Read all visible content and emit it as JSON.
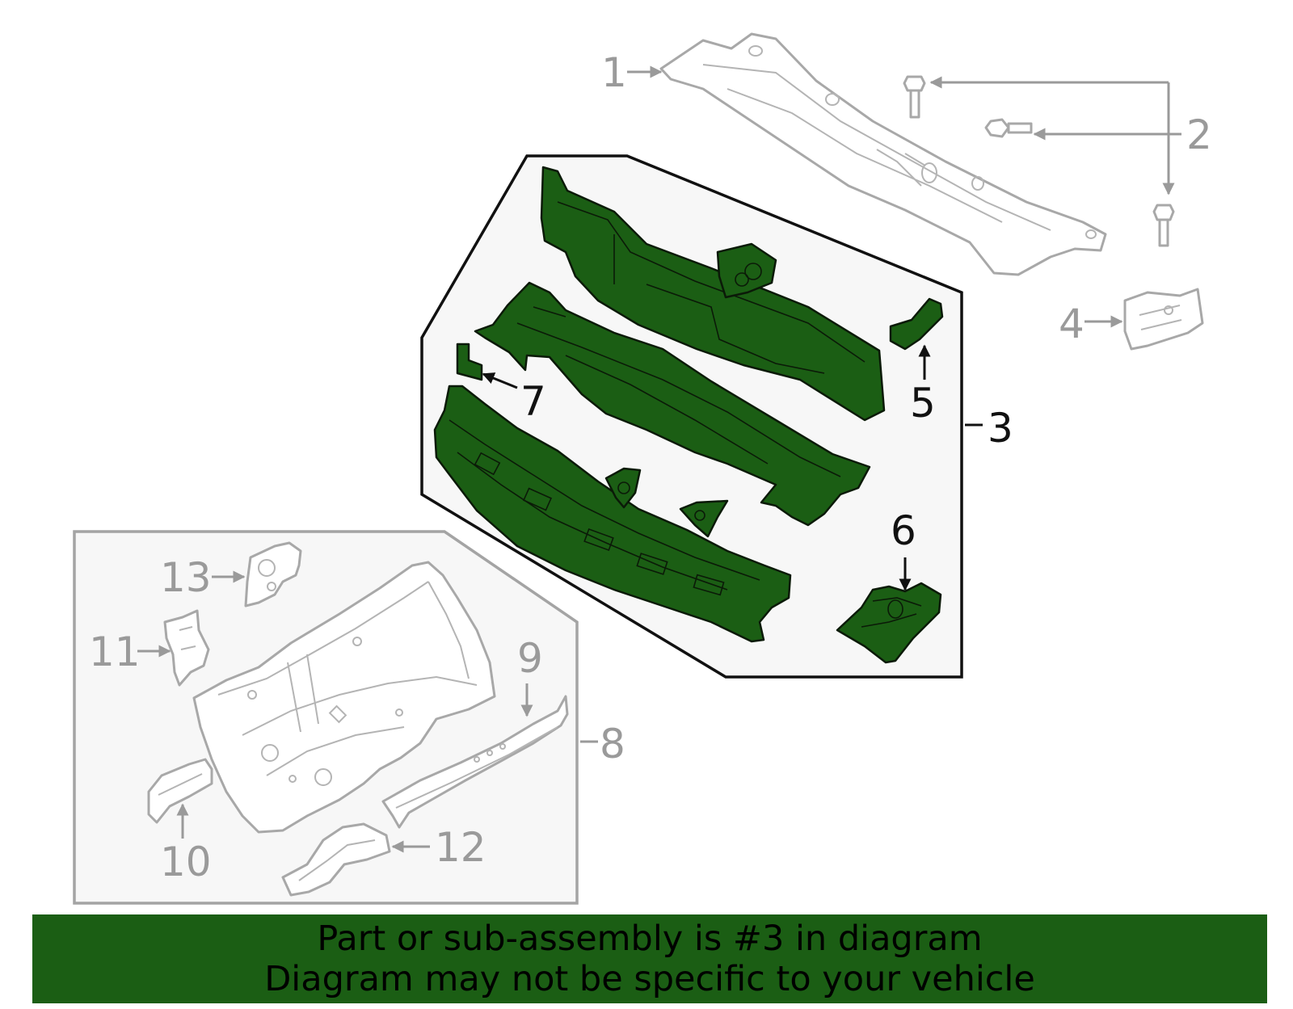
{
  "colors": {
    "highlight_green": "#1b5e14",
    "callout_gray": "#9a9a9a",
    "callout_black": "#111111",
    "panel_fill": "#f7f7f7"
  },
  "callouts": {
    "c1": "1",
    "c2": "2",
    "c3": "3",
    "c4": "4",
    "c5": "5",
    "c6": "6",
    "c7": "7",
    "c8": "8",
    "c9": "9",
    "c10": "10",
    "c11": "11",
    "c12": "12",
    "c13": "13"
  },
  "highlighted_part": "3",
  "banner": {
    "line1": "Part or sub-assembly is #3 in diagram",
    "line2": "Diagram may not be specific to your vehicle"
  }
}
